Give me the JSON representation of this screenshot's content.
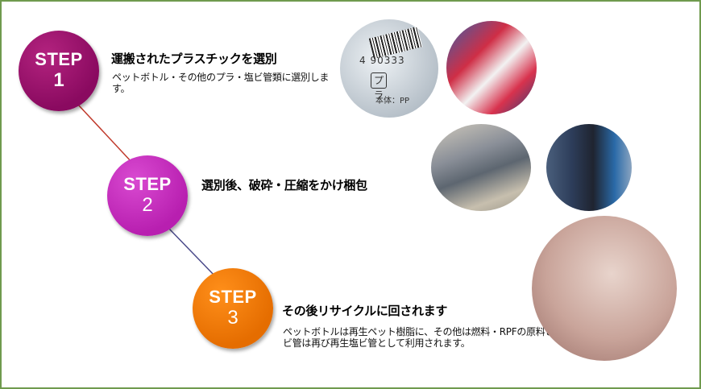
{
  "steps": [
    {
      "label": "STEP",
      "number": "1",
      "title": "運搬されたプラスチックを選別",
      "description": "ペットボトル・その他のプラ・塩ビ管類に選別します。",
      "color": "#9a0d6b"
    },
    {
      "label": "STEP",
      "number": "2",
      "title": "選別後、破砕・圧縮をかけ梱包",
      "description": "",
      "color": "#c72ac0"
    },
    {
      "label": "STEP",
      "number": "3",
      "title": "その後リサイクルに回されます",
      "description": "ペットボトルは再生ペット樹脂に、その他は燃料・RPFの原料となります。塩ビ管は再び再生塩ビ管として利用されます。",
      "color": "#f07800"
    }
  ],
  "photo_label": {
    "barcode_number": "4  90333",
    "plastic_mark": "プラ",
    "material": "本体：PP"
  },
  "colors": {
    "frame": "#6f9a4e",
    "line_1_2": "#c0392b",
    "line_2_3": "#4a4a8a"
  }
}
